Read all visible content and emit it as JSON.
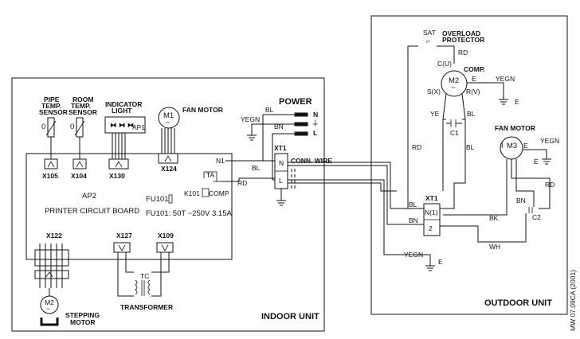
{
  "indoor": {
    "title": "INDOOR UNIT",
    "pipe_sensor": [
      "PIPE",
      "TEMP.",
      "SENSOR"
    ],
    "room_sensor": [
      "ROOM",
      "TEMP.",
      "SENSOR"
    ],
    "indicator": [
      "INDICATOR",
      "LIGHT"
    ],
    "fan_motor": "FAN MOTOR",
    "power": "POWER",
    "x105": "X105",
    "x104": "X104",
    "x130": "X130",
    "x124": "X124",
    "x122": "X122",
    "x127": "X127",
    "x109": "X109",
    "ap1": "AP1",
    "ap2": "AP2",
    "pcb": "PRINTER CIRCUIT BOARD",
    "fu_short": "FU101",
    "fu_spec": "FU101: 50T ~250V 3.15A",
    "k101": "K101",
    "comp_lbl": "COMP",
    "ta": "TA",
    "n1": "N1",
    "m1": "M1",
    "m2": "M2",
    "stepping": [
      "STEPPING",
      "MOTOR"
    ],
    "transformer": "TRANSFORMER",
    "tc": "TC",
    "xt1": "XT1",
    "conn_wire": "CONN. WIRE",
    "term_n": "N",
    "term_l": "L",
    "power_n": "N",
    "power_l": "L",
    "power_e": "⏚",
    "bl": "BL",
    "bn": "BN",
    "rd": "RD",
    "yegn": "YEGN",
    "zero": "0"
  },
  "outdoor": {
    "title": "OUTDOOR UNIT",
    "sat": "SAT",
    "overload": [
      "OVERLOAD",
      "PROTECTOR"
    ],
    "comp": "COMP.",
    "m2": "M2",
    "cu": "C(U)",
    "sx": "S(X)",
    "rv": "R(V)",
    "e": "E",
    "ye": "YE",
    "c1": "C1",
    "fan_motor": "FAN MOTOR",
    "m3": "M3",
    "c2": "C2",
    "xt1": "XT1",
    "t1": "N(1)",
    "t2": "2",
    "bl": "BL",
    "bn": "BN",
    "rd": "RD",
    "bk": "BK",
    "wh": "WH",
    "yegn": "YEGN"
  },
  "footer_code": "MW 07.09CA (2001)"
}
